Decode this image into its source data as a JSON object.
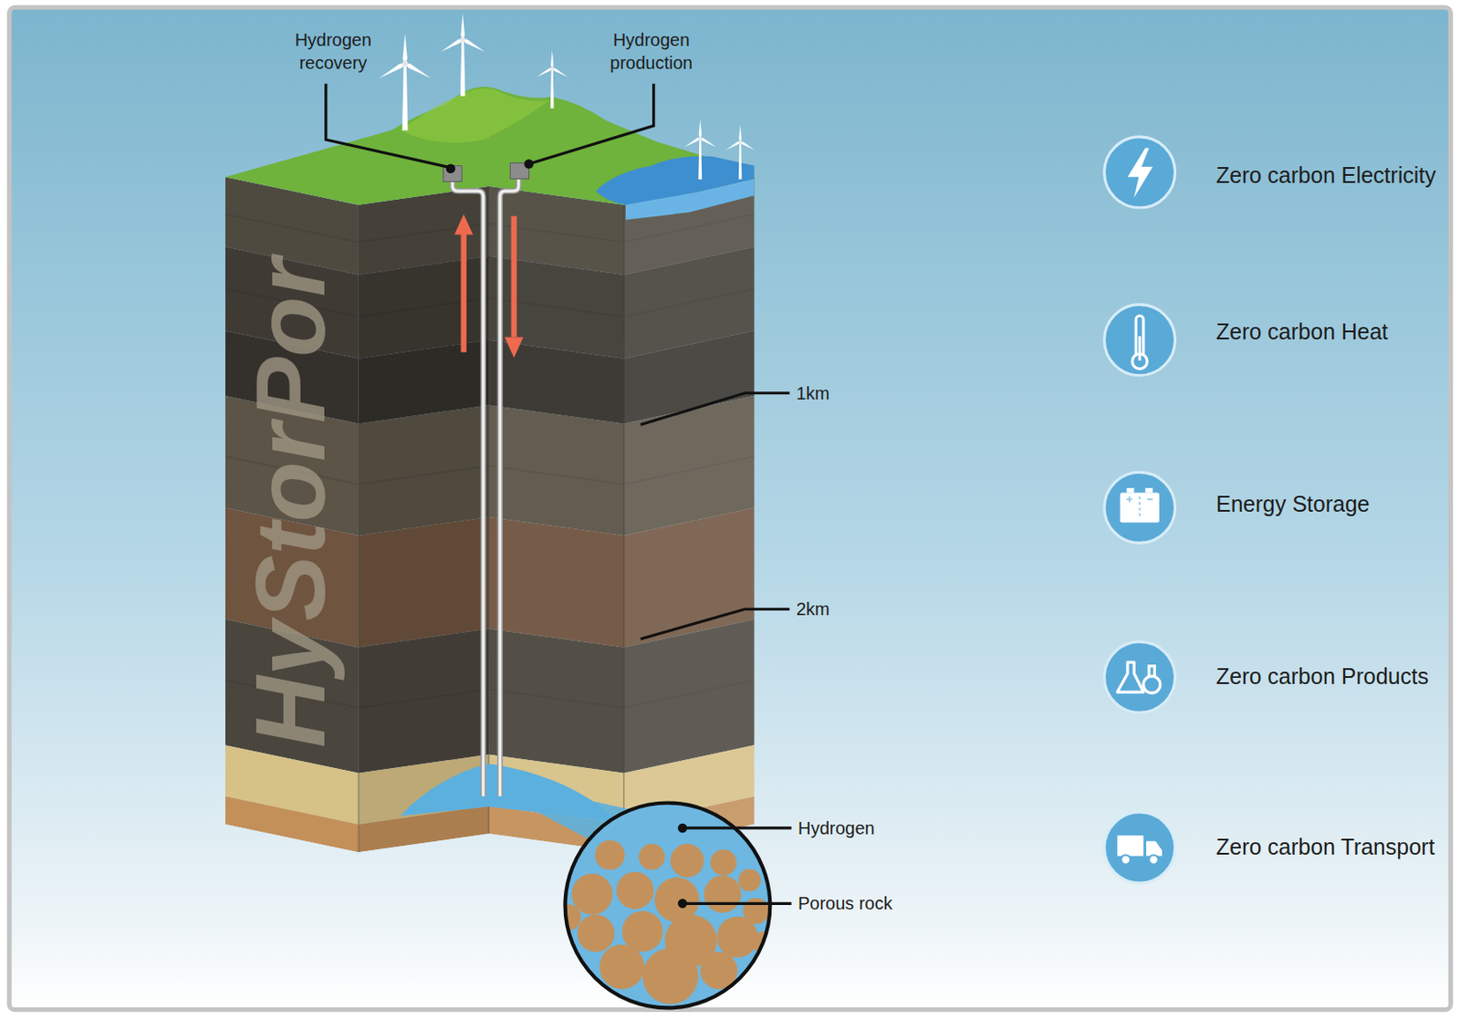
{
  "diagram": {
    "labels": [
      "Hydrogen recovery",
      "Hydrogen production",
      "HyStorPor",
      "1km",
      "2km",
      "Hydrogen",
      "Porous rock",
      "Zero carbon Electricity",
      "Zero carbon Heat",
      "Energy Storage",
      "Zero carbon Products",
      "Zero carbon Transport"
    ]
  }
}
